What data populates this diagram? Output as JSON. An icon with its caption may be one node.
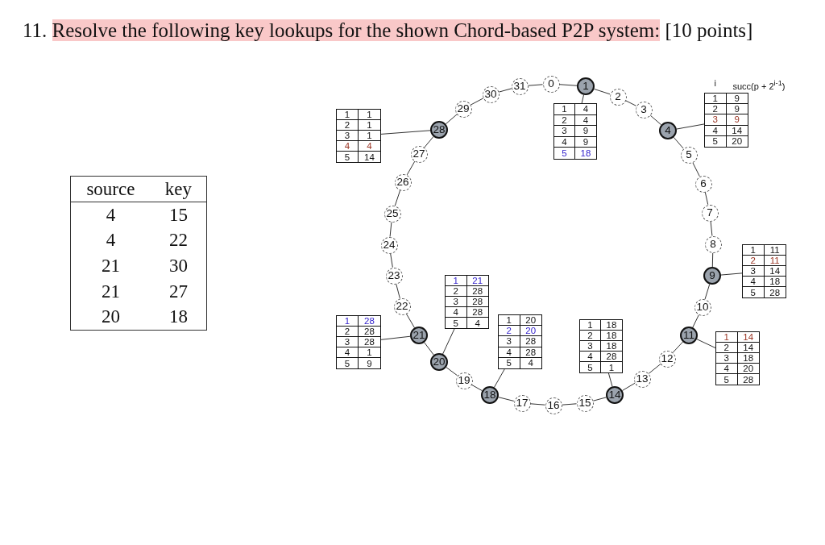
{
  "diagram": {
    "title": "11. Resolve the following key lookups for the shown Chord-based P2P system: [10 points]",
    "nodes": [
      {
        "text": [
          "0"
        ]
      },
      {
        "text": [
          "1"
        ]
      },
      {
        "text": [
          "2"
        ]
      },
      {
        "text": [
          "3"
        ]
      },
      {
        "text": [
          "4"
        ]
      },
      {
        "text": [
          "5"
        ]
      },
      {
        "text": [
          "6"
        ]
      },
      {
        "text": [
          "7"
        ]
      },
      {
        "text": [
          "8"
        ]
      },
      {
        "text": [
          "9"
        ]
      },
      {
        "text": [
          "10"
        ]
      },
      {
        "text": [
          "11"
        ]
      },
      {
        "text": [
          "12"
        ]
      },
      {
        "text": [
          "13"
        ]
      },
      {
        "text": [
          "14"
        ]
      },
      {
        "text": [
          "15"
        ]
      },
      {
        "text": [
          "16"
        ]
      },
      {
        "text": [
          "17"
        ]
      },
      {
        "text": [
          "18"
        ]
      },
      {
        "text": [
          "19"
        ]
      },
      {
        "text": [
          "20"
        ]
      },
      {
        "text": [
          "21"
        ]
      },
      {
        "text": [
          "22"
        ]
      },
      {
        "text": [
          "23"
        ]
      },
      {
        "text": [
          "24"
        ]
      },
      {
        "text": [
          "25"
        ]
      },
      {
        "text": [
          "26"
        ]
      },
      {
        "text": [
          "27"
        ]
      },
      {
        "text": [
          "28"
        ]
      },
      {
        "text": [
          "29"
        ]
      },
      {
        "text": [
          "30"
        ]
      },
      {
        "text": [
          "31"
        ]
      },
      {
        "text": [
          "1",
          "4",
          "2",
          "4",
          "3",
          "9",
          "4",
          "9",
          "5",
          "18"
        ]
      },
      {
        "text": [
          "1",
          "9",
          "2",
          "9",
          "3",
          "9",
          "4",
          "14",
          "5",
          "20"
        ],
        "beside": [
          "i",
          "succ(p + 2$^{i-1}$)"
        ]
      },
      {
        "text": [
          "1",
          "11",
          "2",
          "11",
          "3",
          "14",
          "4",
          "18",
          "5",
          "28"
        ]
      },
      {
        "text": [
          "1",
          "14",
          "2",
          "14",
          "3",
          "18",
          "4",
          "20",
          "5",
          "28"
        ]
      },
      {
        "text": [
          "1",
          "18",
          "2",
          "18",
          "3",
          "18",
          "4",
          "28",
          "5",
          "1"
        ]
      },
      {
        "text": [
          "1",
          "20",
          "2",
          "20",
          "3",
          "28",
          "4",
          "28",
          "5",
          "4"
        ]
      },
      {
        "text": [
          "1",
          "21",
          "2",
          "28",
          "3",
          "28",
          "4",
          "28",
          "5",
          "4"
        ]
      },
      {
        "text": [
          "1",
          "28",
          "2",
          "28",
          "3",
          "28",
          "4",
          "1",
          "5",
          "9"
        ]
      },
      {
        "text": [
          "1",
          "1",
          "2",
          "1",
          "3",
          "1",
          "4",
          "4",
          "5",
          "14"
        ]
      },
      {
        "text": [
          "source",
          "key",
          "4",
          "15",
          "4",
          "22",
          "21",
          "30",
          "21",
          "27",
          "20",
          "18"
        ]
      }
    ],
    "edges": [
      {
        "from": 0,
        "to": 1,
        "arrow": "none"
      },
      {
        "from": 1,
        "to": 2,
        "arrow": "none"
      },
      {
        "from": 2,
        "to": 3,
        "arrow": "none"
      },
      {
        "from": 3,
        "to": 4,
        "arrow": "none"
      },
      {
        "from": 4,
        "to": 5,
        "arrow": "none"
      },
      {
        "from": 5,
        "to": 6,
        "arrow": "none"
      },
      {
        "from": 6,
        "to": 7,
        "arrow": "none"
      },
      {
        "from": 7,
        "to": 8,
        "arrow": "none"
      },
      {
        "from": 8,
        "to": 9,
        "arrow": "none"
      },
      {
        "from": 9,
        "to": 10,
        "arrow": "none"
      },
      {
        "from": 10,
        "to": 11,
        "arrow": "none"
      },
      {
        "from": 11,
        "to": 12,
        "arrow": "none"
      },
      {
        "from": 12,
        "to": 13,
        "arrow": "none"
      },
      {
        "from": 13,
        "to": 14,
        "arrow": "none"
      },
      {
        "from": 14,
        "to": 15,
        "arrow": "none"
      },
      {
        "from": 15,
        "to": 16,
        "arrow": "none"
      },
      {
        "from": 16,
        "to": 17,
        "arrow": "none"
      },
      {
        "from": 17,
        "to": 18,
        "arrow": "none"
      },
      {
        "from": 18,
        "to": 19,
        "arrow": "none"
      },
      {
        "from": 19,
        "to": 20,
        "arrow": "none"
      },
      {
        "from": 20,
        "to": 21,
        "arrow": "none"
      },
      {
        "from": 21,
        "to": 22,
        "arrow": "none"
      },
      {
        "from": 22,
        "to": 23,
        "arrow": "none"
      },
      {
        "from": 23,
        "to": 24,
        "arrow": "none"
      },
      {
        "from": 24,
        "to": 25,
        "arrow": "none"
      },
      {
        "from": 25,
        "to": 26,
        "arrow": "none"
      },
      {
        "from": 26,
        "to": 27,
        "arrow": "none"
      },
      {
        "from": 27,
        "to": 28,
        "arrow": "none"
      },
      {
        "from": 28,
        "to": 29,
        "arrow": "none"
      },
      {
        "from": 29,
        "to": 30,
        "arrow": "none"
      },
      {
        "from": 30,
        "to": 31,
        "arrow": "none"
      },
      {
        "from": 31,
        "to": 0,
        "arrow": "none"
      },
      {
        "from": 1,
        "to": 32,
        "arrow": "none"
      },
      {
        "from": 4,
        "to": 33,
        "arrow": "none"
      },
      {
        "from": 9,
        "to": 34,
        "arrow": "none"
      },
      {
        "from": 11,
        "to": 35,
        "arrow": "none"
      },
      {
        "from": 14,
        "to": 36,
        "arrow": "none"
      },
      {
        "from": 18,
        "to": 37,
        "arrow": "none"
      },
      {
        "from": 20,
        "to": 38,
        "arrow": "none"
      },
      {
        "from": 21,
        "to": 39,
        "arrow": "none"
      },
      {
        "from": 28,
        "to": 40,
        "arrow": "none"
      }
    ]
  }
}
